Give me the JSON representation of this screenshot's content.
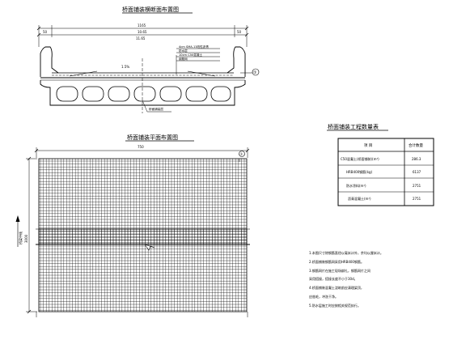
{
  "cross_section": {
    "title": "桥面铺装横断面布置图",
    "dim_top_total": "1165",
    "dim_left": "50",
    "dim_right": "50",
    "dim_mid": "10.65",
    "dim_second_total": "11.65",
    "layer_note_1": "4cm SMA-13改性沥青",
    "layer_note_2": "防水层",
    "layer_note_3": "10cm C50混凝土",
    "layer_note_4": "钢筋网",
    "slope_label": "1.5%",
    "bottom_note": "桥面铺装层",
    "callout_marker": "①"
  },
  "plan_view": {
    "title": "桥面铺装平面布置图",
    "dim_top": "750",
    "dim_left_vertical": "3000",
    "direction_label": "桥梁中线",
    "callout_marker": "①"
  },
  "quantity_table": {
    "title": "桥面铺装工程数量表",
    "headers": [
      "项  目",
      "合计数量"
    ],
    "rows": [
      [
        "C50混凝土(桥面铺装)(m³)",
        "286.3"
      ],
      [
        "HRB400钢筋(kg)",
        "6137"
      ],
      [
        "防水涂料(m²)",
        "2751"
      ],
      [
        "沥青混凝土(m²)",
        "2751"
      ]
    ]
  },
  "notes": {
    "lines": [
      "1.本图尺寸除钢筋直径以毫米计外，余均以厘米计。",
      "2.桥面铺装钢筋网采用HRB400钢筋。",
      "3.钢筋网片在施工现场绑扎，钢筋网片之间",
      "  采用搭接，搭接长度不小于30d。",
      "4.桥面铺装混凝土浇筑前应清理梁顶，",
      "  应凿毛，冲洗干净。",
      "5.防水层施工时应按相关规范执行。"
    ]
  }
}
